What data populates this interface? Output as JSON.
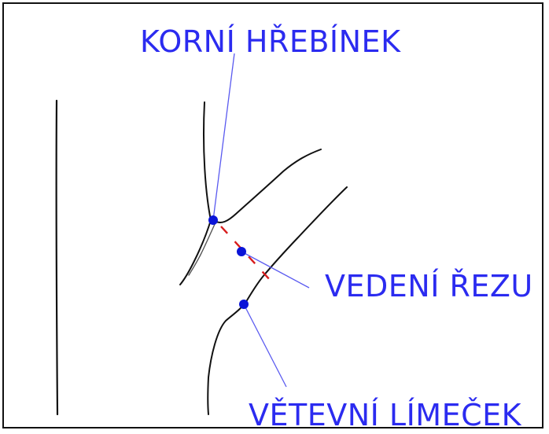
{
  "labels": {
    "bark_ridge": "KORNÍ HŘEBÍNEK",
    "cut_line": "VEDENÍ ŘEZU",
    "branch_collar": "VĚTEVNÍ LÍMEČEK"
  },
  "colors": {
    "label_text": "#2b2bf0",
    "leader_line": "#5a5af0",
    "marker_dot": "#0a14d8",
    "cut_dash": "#d81c1c",
    "outline": "#111111",
    "background": "#ffffff"
  }
}
